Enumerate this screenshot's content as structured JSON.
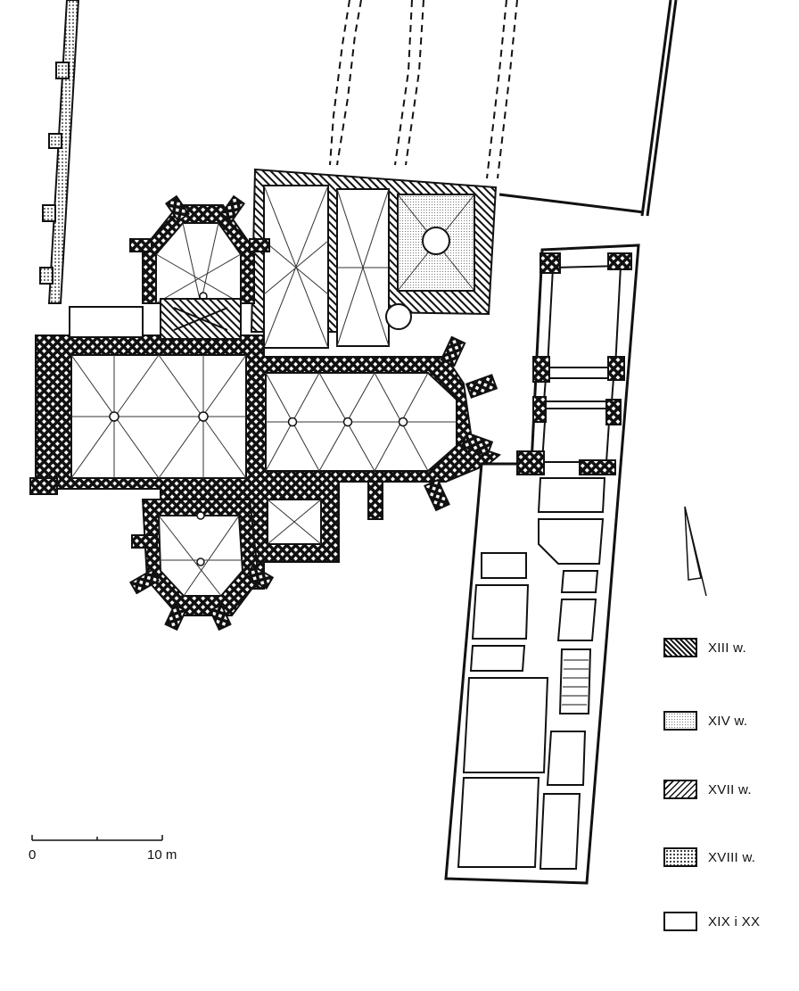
{
  "scale": {
    "zero_label": "0",
    "end_label": "10 m"
  },
  "legend": [
    {
      "label": "XIII w.",
      "pattern": "crosshatch"
    },
    {
      "label": "XIV w.",
      "pattern": "fine-dots"
    },
    {
      "label": "XVII w.",
      "pattern": "diagonal"
    },
    {
      "label": "XVIII w.",
      "pattern": "dots"
    },
    {
      "label": "XIX i XX",
      "pattern": "empty"
    }
  ],
  "north_arrow": true
}
